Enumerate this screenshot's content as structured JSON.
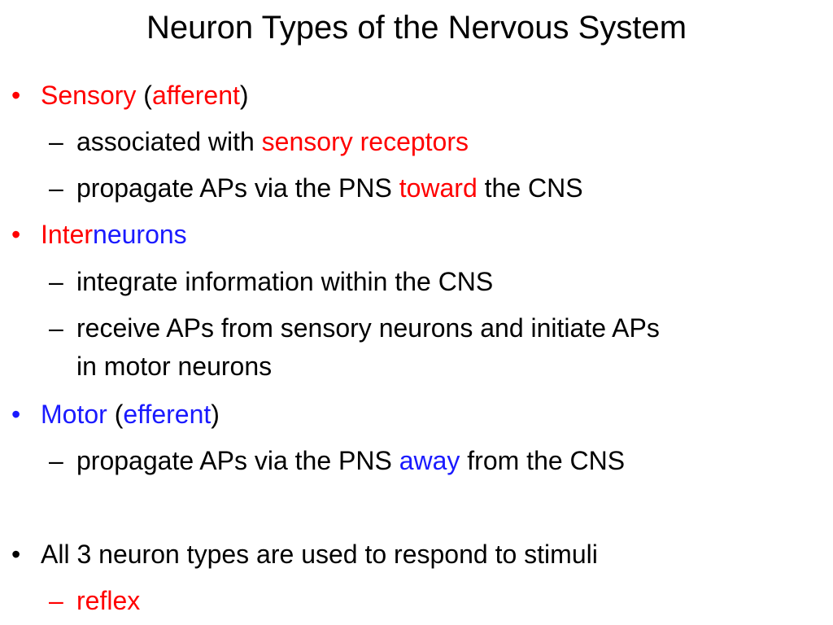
{
  "slide": {
    "title": "Neuron Types of the Nervous System",
    "bullet_marker": "•",
    "sub_marker": "–",
    "colors": {
      "red": "#ff0000",
      "blue": "#1a1aff",
      "text": "#000000"
    },
    "bullets": [
      {
        "parts": [
          "Sensory",
          " (",
          "afferent",
          ")"
        ],
        "subs": [
          {
            "parts": [
              "associated with ",
              "sensory receptors"
            ]
          },
          {
            "parts": [
              "propagate APs via the PNS ",
              "toward",
              " the CNS"
            ]
          }
        ]
      },
      {
        "parts": [
          "Inter",
          "neurons"
        ],
        "subs": [
          {
            "parts": [
              "integrate information within the CNS"
            ]
          },
          {
            "lines": [
              "receive APs from sensory neurons and initiate APs",
              "in motor neurons"
            ]
          }
        ]
      },
      {
        "parts": [
          "Motor",
          " (",
          "efferent",
          ")"
        ],
        "subs": [
          {
            "parts": [
              "propagate APs via the PNS ",
              "away",
              " from the CNS"
            ]
          }
        ]
      },
      {
        "parts": [
          "All 3 neuron types are used to respond to stimuli"
        ],
        "subs": [
          {
            "parts": [
              "reflex"
            ]
          }
        ]
      }
    ]
  }
}
